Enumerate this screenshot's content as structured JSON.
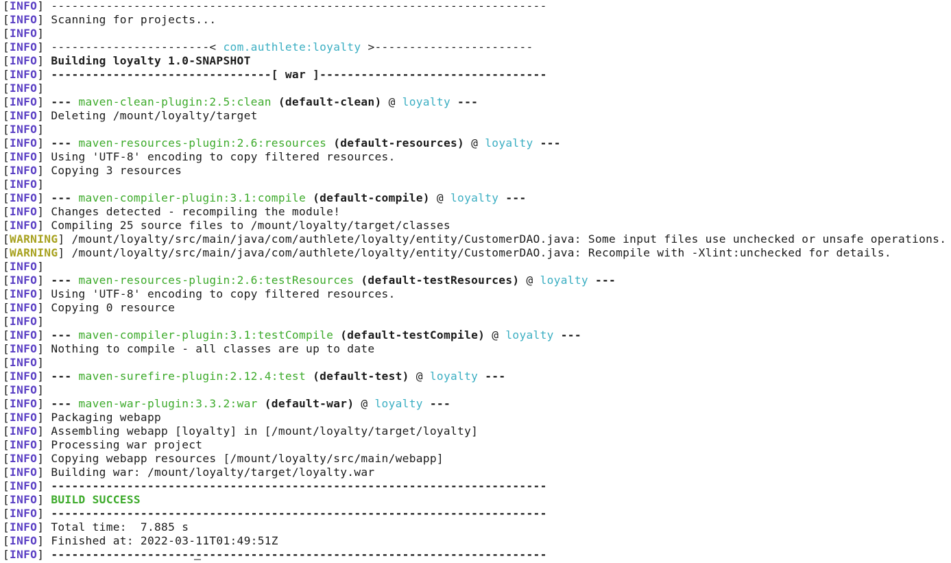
{
  "terminal": {
    "lines": [
      {
        "level": "INFO",
        "segments": [
          {
            "style": "text",
            "text": "------------------------------------------------------------------------"
          }
        ]
      },
      {
        "level": "INFO",
        "segments": [
          {
            "style": "text",
            "text": "Scanning for projects..."
          }
        ]
      },
      {
        "level": "INFO",
        "segments": []
      },
      {
        "level": "INFO",
        "segments": [
          {
            "style": "text",
            "text": "-----------------------< "
          },
          {
            "style": "cyan",
            "text": "com.authlete:loyalty"
          },
          {
            "style": "text",
            "text": " >-----------------------"
          }
        ]
      },
      {
        "level": "INFO",
        "segments": [
          {
            "style": "bold",
            "text": "Building loyalty 1.0-SNAPSHOT"
          }
        ]
      },
      {
        "level": "INFO",
        "segments": [
          {
            "style": "bold",
            "text": "--------------------------------[ war ]---------------------------------"
          }
        ]
      },
      {
        "level": "INFO",
        "segments": []
      },
      {
        "level": "INFO",
        "segments": [
          {
            "style": "bold",
            "text": "--- "
          },
          {
            "style": "green",
            "text": "maven-clean-plugin:2.5:clean"
          },
          {
            "style": "bold",
            "text": " (default-clean)"
          },
          {
            "style": "text",
            "text": " @ "
          },
          {
            "style": "cyan",
            "text": "loyalty"
          },
          {
            "style": "bold",
            "text": " ---"
          }
        ]
      },
      {
        "level": "INFO",
        "segments": [
          {
            "style": "text",
            "text": "Deleting /mount/loyalty/target"
          }
        ]
      },
      {
        "level": "INFO",
        "segments": []
      },
      {
        "level": "INFO",
        "segments": [
          {
            "style": "bold",
            "text": "--- "
          },
          {
            "style": "green",
            "text": "maven-resources-plugin:2.6:resources"
          },
          {
            "style": "bold",
            "text": " (default-resources)"
          },
          {
            "style": "text",
            "text": " @ "
          },
          {
            "style": "cyan",
            "text": "loyalty"
          },
          {
            "style": "bold",
            "text": " ---"
          }
        ]
      },
      {
        "level": "INFO",
        "segments": [
          {
            "style": "text",
            "text": "Using 'UTF-8' encoding to copy filtered resources."
          }
        ]
      },
      {
        "level": "INFO",
        "segments": [
          {
            "style": "text",
            "text": "Copying 3 resources"
          }
        ]
      },
      {
        "level": "INFO",
        "segments": []
      },
      {
        "level": "INFO",
        "segments": [
          {
            "style": "bold",
            "text": "--- "
          },
          {
            "style": "green",
            "text": "maven-compiler-plugin:3.1:compile"
          },
          {
            "style": "bold",
            "text": " (default-compile)"
          },
          {
            "style": "text",
            "text": " @ "
          },
          {
            "style": "cyan",
            "text": "loyalty"
          },
          {
            "style": "bold",
            "text": " ---"
          }
        ]
      },
      {
        "level": "INFO",
        "segments": [
          {
            "style": "text",
            "text": "Changes detected - recompiling the module!"
          }
        ]
      },
      {
        "level": "INFO",
        "segments": [
          {
            "style": "text",
            "text": "Compiling 25 source files to /mount/loyalty/target/classes"
          }
        ]
      },
      {
        "level": "WARNING",
        "segments": [
          {
            "style": "text",
            "text": "/mount/loyalty/src/main/java/com/authlete/loyalty/entity/CustomerDAO.java: Some input files use unchecked or unsafe operations."
          }
        ]
      },
      {
        "level": "WARNING",
        "segments": [
          {
            "style": "text",
            "text": "/mount/loyalty/src/main/java/com/authlete/loyalty/entity/CustomerDAO.java: Recompile with -Xlint:unchecked for details."
          }
        ]
      },
      {
        "level": "INFO",
        "segments": []
      },
      {
        "level": "INFO",
        "segments": [
          {
            "style": "bold",
            "text": "--- "
          },
          {
            "style": "green",
            "text": "maven-resources-plugin:2.6:testResources"
          },
          {
            "style": "bold",
            "text": " (default-testResources)"
          },
          {
            "style": "text",
            "text": " @ "
          },
          {
            "style": "cyan",
            "text": "loyalty"
          },
          {
            "style": "bold",
            "text": " ---"
          }
        ]
      },
      {
        "level": "INFO",
        "segments": [
          {
            "style": "text",
            "text": "Using 'UTF-8' encoding to copy filtered resources."
          }
        ]
      },
      {
        "level": "INFO",
        "segments": [
          {
            "style": "text",
            "text": "Copying 0 resource"
          }
        ]
      },
      {
        "level": "INFO",
        "segments": []
      },
      {
        "level": "INFO",
        "segments": [
          {
            "style": "bold",
            "text": "--- "
          },
          {
            "style": "green",
            "text": "maven-compiler-plugin:3.1:testCompile"
          },
          {
            "style": "bold",
            "text": " (default-testCompile)"
          },
          {
            "style": "text",
            "text": " @ "
          },
          {
            "style": "cyan",
            "text": "loyalty"
          },
          {
            "style": "bold",
            "text": " ---"
          }
        ]
      },
      {
        "level": "INFO",
        "segments": [
          {
            "style": "text",
            "text": "Nothing to compile - all classes are up to date"
          }
        ]
      },
      {
        "level": "INFO",
        "segments": []
      },
      {
        "level": "INFO",
        "segments": [
          {
            "style": "bold",
            "text": "--- "
          },
          {
            "style": "green",
            "text": "maven-surefire-plugin:2.12.4:test"
          },
          {
            "style": "bold",
            "text": " (default-test)"
          },
          {
            "style": "text",
            "text": " @ "
          },
          {
            "style": "cyan",
            "text": "loyalty"
          },
          {
            "style": "bold",
            "text": " ---"
          }
        ]
      },
      {
        "level": "INFO",
        "segments": []
      },
      {
        "level": "INFO",
        "segments": [
          {
            "style": "bold",
            "text": "--- "
          },
          {
            "style": "green",
            "text": "maven-war-plugin:3.3.2:war"
          },
          {
            "style": "bold",
            "text": " (default-war)"
          },
          {
            "style": "text",
            "text": " @ "
          },
          {
            "style": "cyan",
            "text": "loyalty"
          },
          {
            "style": "bold",
            "text": " ---"
          }
        ]
      },
      {
        "level": "INFO",
        "segments": [
          {
            "style": "text",
            "text": "Packaging webapp"
          }
        ]
      },
      {
        "level": "INFO",
        "segments": [
          {
            "style": "text",
            "text": "Assembling webapp [loyalty] in [/mount/loyalty/target/loyalty]"
          }
        ]
      },
      {
        "level": "INFO",
        "segments": [
          {
            "style": "text",
            "text": "Processing war project"
          }
        ]
      },
      {
        "level": "INFO",
        "segments": [
          {
            "style": "text",
            "text": "Copying webapp resources [/mount/loyalty/src/main/webapp]"
          }
        ]
      },
      {
        "level": "INFO",
        "segments": [
          {
            "style": "text",
            "text": "Building war: /mount/loyalty/target/loyalty.war"
          }
        ]
      },
      {
        "level": "INFO",
        "segments": [
          {
            "style": "bold",
            "text": "------------------------------------------------------------------------"
          }
        ]
      },
      {
        "level": "INFO",
        "segments": [
          {
            "style": "success",
            "text": "BUILD SUCCESS"
          }
        ]
      },
      {
        "level": "INFO",
        "segments": [
          {
            "style": "bold",
            "text": "------------------------------------------------------------------------"
          }
        ]
      },
      {
        "level": "INFO",
        "segments": [
          {
            "style": "text",
            "text": "Total time:  7.885 s"
          }
        ]
      },
      {
        "level": "INFO",
        "segments": [
          {
            "style": "text",
            "text": "Finished at: 2022-03-11T01:49:51Z"
          }
        ]
      },
      {
        "level": "INFO",
        "segments": [
          {
            "style": "bold",
            "text": "------------------------------------------------------------------------"
          }
        ]
      }
    ]
  },
  "colors": {
    "info_level": "#5a3fc4",
    "warning_level": "#a7a11e",
    "plugin_green": "#3caa2a",
    "artifact_cyan": "#3aaec2",
    "text": "#1a1a1a",
    "background": "#ffffff"
  }
}
